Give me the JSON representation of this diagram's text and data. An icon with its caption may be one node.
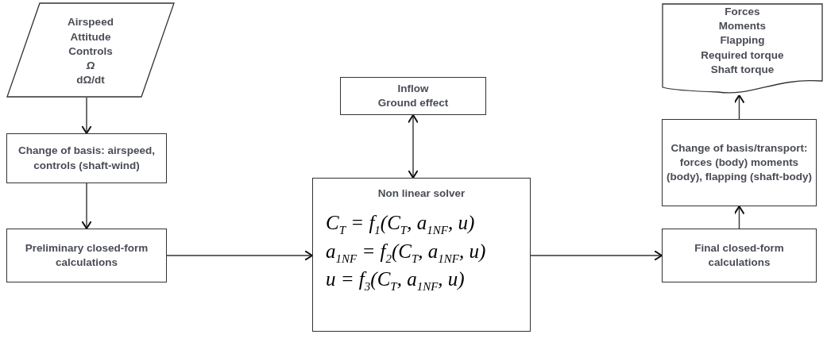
{
  "diagram": {
    "nodes": [
      {
        "text": [
          "Airspeed",
          "Attitude",
          "Controls",
          "*Ω*",
          "dΩ/dt"
        ]
      },
      {
        "text": [
          "Change of basis: airspeed, controls (shaft-wind)"
        ]
      },
      {
        "text": [
          "Preliminary closed-form calculations"
        ]
      },
      {
        "text": [
          "Inflow",
          "Ground effect"
        ]
      },
      {
        "text": [
          "Non linear solver",
          "C$_{T}$ = f$_{1}$(C$_{T}$, a$_{1NF}$, u)",
          "a$_{1NF}$ = f$_{2}$(C$_{T}$, a$_{1NF}$, u)",
          "u = f$_{3}$(C$_{T}$, a$_{1NF}$, u)"
        ]
      },
      {
        "text": [
          "Final closed-form calculations"
        ]
      },
      {
        "text": [
          "Change of basis/transport: forces (body) moments (body), flapping (shaft-body)"
        ]
      },
      {
        "text": [
          "Forces",
          "Moments",
          "Flapping",
          "Required torque",
          "Shaft torque"
        ]
      }
    ],
    "edges": [
      {
        "from": 0,
        "to": 1,
        "arrow": "to"
      },
      {
        "from": 1,
        "to": 2,
        "arrow": "to"
      },
      {
        "from": 2,
        "to": 4,
        "arrow": "to"
      },
      {
        "from": 3,
        "to": 4,
        "arrow": "both"
      },
      {
        "from": 4,
        "to": 5,
        "arrow": "to"
      },
      {
        "from": 5,
        "to": 6,
        "arrow": "to"
      },
      {
        "from": 6,
        "to": 7,
        "arrow": "to"
      }
    ]
  }
}
